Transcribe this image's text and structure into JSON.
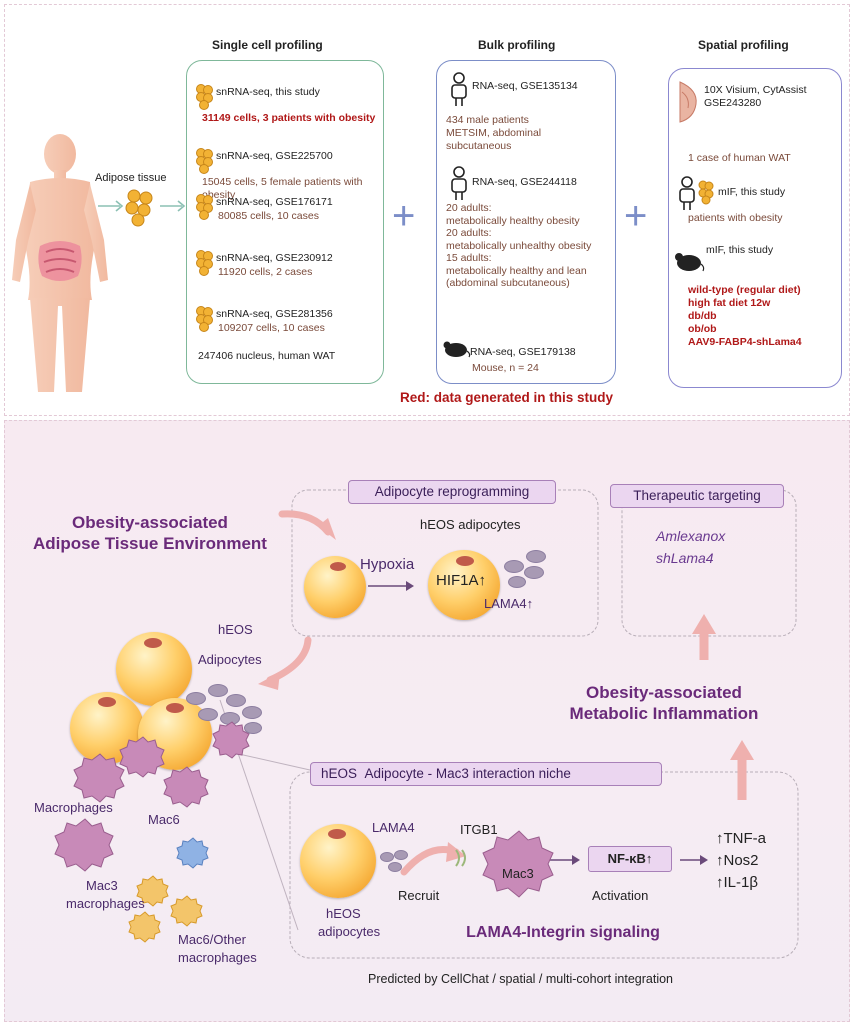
{
  "colors": {
    "red": "#b01818",
    "purple": "#6a2a7a",
    "green_card": "#7fb89a",
    "blue_card": "#7c8ec8",
    "label_fill": "#ebd6f0"
  },
  "top": {
    "titles": {
      "single": "Single cell profiling",
      "bulk": "Bulk profiling",
      "spatial": "Spatial profiling"
    },
    "adipose_label": "Adipose tissue",
    "single": [
      {
        "title": "snRNA-seq, this study",
        "desc": "31149 cells, 3 patients with obesity",
        "red": true
      },
      {
        "title": "snRNA-seq, GSE225700",
        "desc": "15045 cells, 5 female patients with obesity",
        "red": false
      },
      {
        "title": "snRNA-seq, GSE176171",
        "desc": "80085 cells, 10 cases",
        "red": false
      },
      {
        "title": "snRNA-seq, GSE230912",
        "desc": "11920 cells, 2 cases",
        "red": false
      },
      {
        "title": "snRNA-seq, GSE281356",
        "desc": "109207 cells, 10 cases",
        "red": false
      }
    ],
    "single_total": "247406 nucleus, human WAT",
    "bulk": [
      {
        "title": "RNA-seq, GSE135134",
        "lines": [
          "434 male patients",
          "METSIM, abdominal",
          "subcutaneous"
        ]
      },
      {
        "title": "RNA-seq, GSE244118",
        "lines": [
          "20 adults:",
          "metabolically healthy obesity",
          "20 adults:",
          "metabolically unhealthy obesity",
          "15 adults:",
          "metabolically healthy and lean",
          "(abdominal subcutaneous)"
        ]
      },
      {
        "title": "RNA-seq, GSE179138",
        "lines": [
          "Mouse, n = 24"
        ]
      }
    ],
    "spatial": {
      "visium_title": [
        "10X Visium, CytAssist",
        "GSE243280"
      ],
      "visium_desc": "1 case of human WAT",
      "mif_human_title": "mIF, this study",
      "mif_human_desc": "patients with obesity",
      "mif_mouse_title": "mIF, this study",
      "mouse_models": [
        "wild-type (regular diet)",
        "high fat diet 12w",
        "db/db",
        "ob/ob",
        "AAV9-FABP4-shLama4"
      ]
    },
    "red_note": "Red: data generated in this study"
  },
  "bottom": {
    "env_title": [
      "Obesity-associated",
      "Adipose Tissue Environment"
    ],
    "reprogramming_label": "Adipocyte reprogramming",
    "heos_adipocytes": "hEOS adipocytes",
    "hypoxia": "Hypoxia",
    "hif1a": "HIF1A↑",
    "lama4_up": "LAMA4↑",
    "therapeutic_label": "Therapeutic targeting",
    "drugs": [
      "Amlexanox",
      "shLama4"
    ],
    "heos_cluster": [
      "hEOS",
      "Adipocytes"
    ],
    "macrophages": "Macrophages",
    "mac6": "Mac6",
    "mac3_macrophages": [
      "Mac3",
      "macrophages"
    ],
    "mac6_other": [
      "Mac6/Other",
      "macrophages"
    ],
    "inflammation_title": [
      "Obesity-associated",
      "Metabolic Inflammation"
    ],
    "niche_label": [
      "hEOS",
      "Adipocyte - Mac3 interaction niche"
    ],
    "lama4": "LAMA4",
    "itgb1": "ITGB1",
    "recruit": "Recruit",
    "mac3": "Mac3",
    "nfkb": "NF-κB↑",
    "activation": "Activation",
    "cytokines": [
      "↑TNF-a",
      "↑Nos2",
      "↑IL-1β"
    ],
    "heos_adipocytes_2": [
      "hEOS",
      "adipocytes"
    ],
    "signaling_title": "LAMA4-Integrin signaling",
    "footer": "Predicted by CellChat / spatial / multi-cohort integration"
  }
}
